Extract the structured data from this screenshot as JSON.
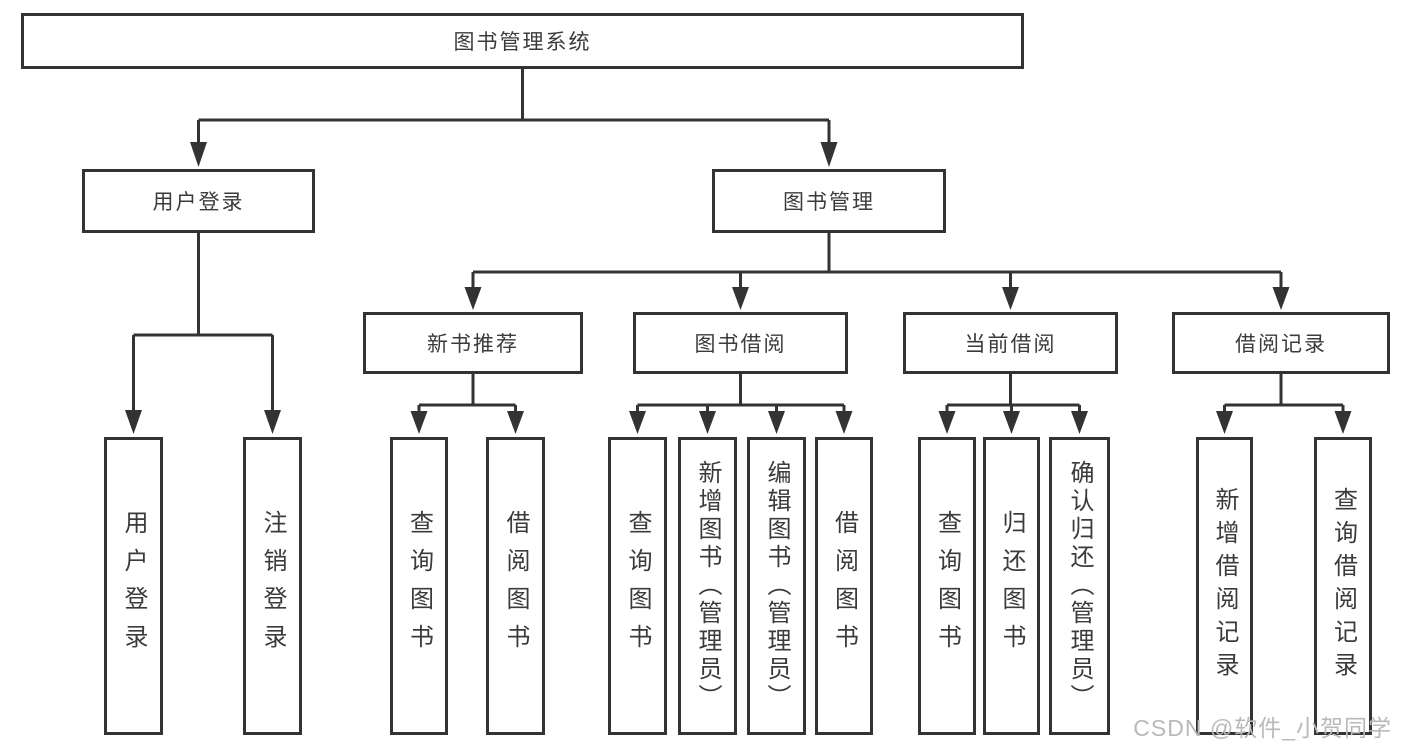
{
  "diagram": {
    "type": "tree",
    "tree": {
      "label": "图书管理系统",
      "children": [
        {
          "label": "用户登录",
          "children": [
            {
              "label": "用户登录"
            },
            {
              "label": "注销登录"
            }
          ]
        },
        {
          "label": "图书管理",
          "children": [
            {
              "label": "新书推荐",
              "children": [
                {
                  "label": "查询图书"
                },
                {
                  "label": "借阅图书"
                }
              ]
            },
            {
              "label": "图书借阅",
              "children": [
                {
                  "label": "查询图书"
                },
                {
                  "label": "新增图书（管理员）"
                },
                {
                  "label": "编辑图书（管理员）"
                },
                {
                  "label": "借阅图书"
                }
              ]
            },
            {
              "label": "当前借阅",
              "children": [
                {
                  "label": "查询图书"
                },
                {
                  "label": "归还图书"
                },
                {
                  "label": "确认归还（管理员）"
                }
              ]
            },
            {
              "label": "借阅记录",
              "children": [
                {
                  "label": "新增借阅记录"
                },
                {
                  "label": "查询借阅记录"
                }
              ]
            }
          ]
        }
      ]
    },
    "colors": {
      "line": "#333333",
      "text": "#3b3b3b",
      "background": "#ffffff"
    }
  },
  "watermark": {
    "text": "CSDN @软件_小贺同学"
  }
}
